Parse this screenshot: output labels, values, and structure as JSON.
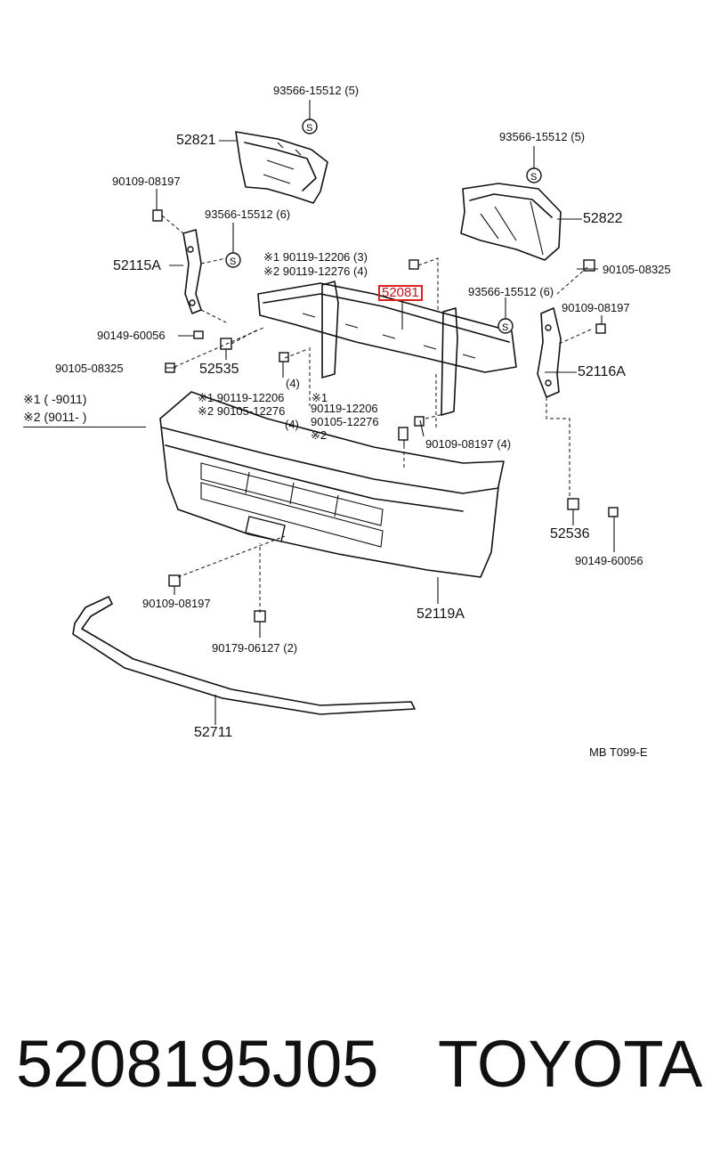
{
  "diagram_id": "MB T099-E",
  "highlighted_part": "52081",
  "labels": {
    "l93566_top": "93566-15512 (5)",
    "l52821": "52821",
    "l93566_right_top": "93566-15512 (5)",
    "l52822": "52822",
    "l90109_left_top": "90109-08197",
    "l93566_mid_left": "93566-15512 (6)",
    "l52115A": "52115A",
    "l_s1_90119": "※1 90119-12206 (3)",
    "l_s2_90119": "※2 90119-12276 (4)",
    "l90105_right": "90105-08325",
    "l52081": "52081",
    "l93566_mid_right": "93566-15512 (6)",
    "l90109_right": "90109-08197",
    "l90149_left": "90149-60056",
    "l90105_left": "90105-08325",
    "l52535": "52535",
    "l52116A": "52116A",
    "l4_left": "(4)",
    "l_s1_90119_b": "※1 90119-12206",
    "l_s1_mark": "※1",
    "l_s2_90105_b": "※2 90105-12276",
    "l_4_b": "(4)",
    "l90119_c": "90119-12206",
    "l90105_c": "90105-12276",
    "l_s2_mark": "※2",
    "l90109_4": "90109-08197 (4)",
    "l52536": "52536",
    "l90149_right": "90149-60056",
    "l90109_bottom": "90109-08197",
    "l52119A": "52119A",
    "l90179": "90179-06127 (2)",
    "l52711": "52711",
    "note1": "※1 (      -9011)",
    "note2": "※2 (9011-       )"
  },
  "footer": {
    "part_number": "5208195J05",
    "brand": "TOYOTA"
  }
}
